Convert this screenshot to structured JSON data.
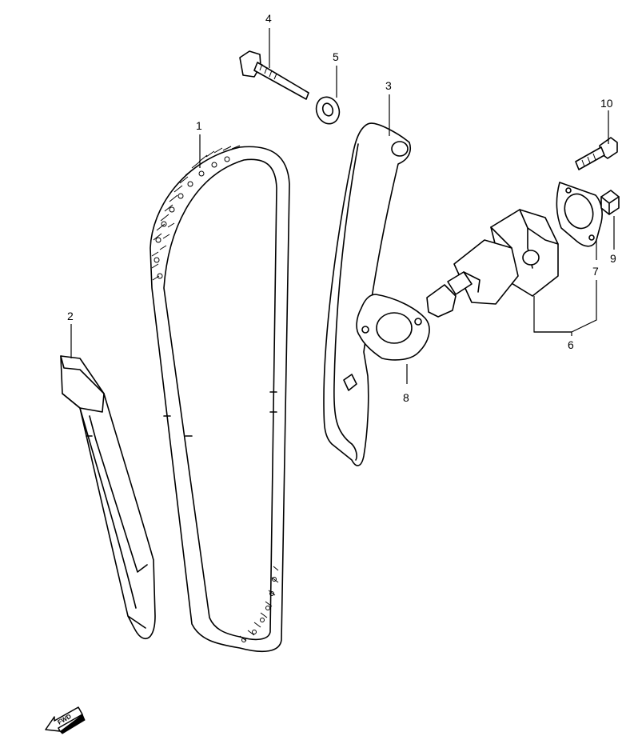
{
  "callouts": {
    "c1": "1",
    "c2": "2",
    "c3": "3",
    "c4": "4",
    "c5": "5",
    "c6": "6",
    "c7": "7",
    "c8": "8",
    "c9": "9",
    "c10": "10"
  },
  "fwd_label": "FWD"
}
